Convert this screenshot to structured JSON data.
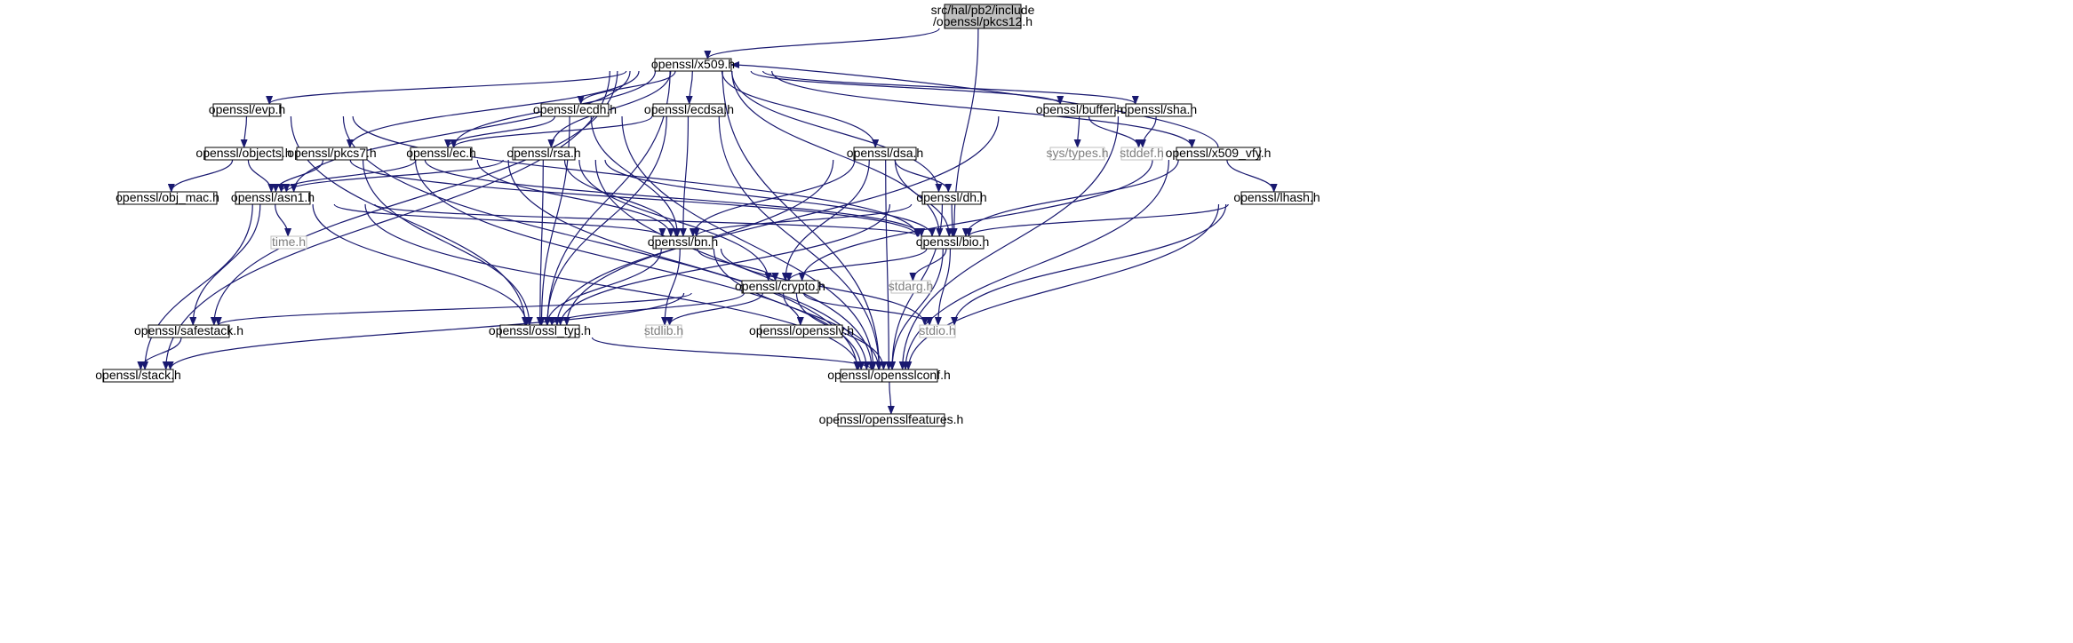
{
  "graph": {
    "colors": {
      "edge": "#191970",
      "node_border": "#000000",
      "node_fill": "#ffffff",
      "root_fill": "#bfbfbf",
      "external_border": "#bfbfbf",
      "external_text": "#7f7f7f",
      "text": "#000000"
    },
    "nodes": [
      {
        "id": "pkcs12",
        "lines": [
          "src/hal/pb2/include",
          "/openssl/pkcs12.h"
        ],
        "kind": "root"
      },
      {
        "id": "x509",
        "lines": [
          "openssl/x509.h"
        ],
        "kind": "normal"
      },
      {
        "id": "evp",
        "lines": [
          "openssl/evp.h"
        ],
        "kind": "normal"
      },
      {
        "id": "ecdh",
        "lines": [
          "openssl/ecdh.h"
        ],
        "kind": "normal"
      },
      {
        "id": "ecdsa",
        "lines": [
          "openssl/ecdsa.h"
        ],
        "kind": "normal"
      },
      {
        "id": "buffer",
        "lines": [
          "openssl/buffer.h"
        ],
        "kind": "normal"
      },
      {
        "id": "sha",
        "lines": [
          "openssl/sha.h"
        ],
        "kind": "normal"
      },
      {
        "id": "objects",
        "lines": [
          "openssl/objects.h"
        ],
        "kind": "normal"
      },
      {
        "id": "pkcs7",
        "lines": [
          "openssl/pkcs7.h"
        ],
        "kind": "normal"
      },
      {
        "id": "ec",
        "lines": [
          "openssl/ec.h"
        ],
        "kind": "normal"
      },
      {
        "id": "rsa",
        "lines": [
          "openssl/rsa.h"
        ],
        "kind": "normal"
      },
      {
        "id": "dsa",
        "lines": [
          "openssl/dsa.h"
        ],
        "kind": "normal"
      },
      {
        "id": "systypes",
        "lines": [
          "sys/types.h"
        ],
        "kind": "external"
      },
      {
        "id": "stddef",
        "lines": [
          "stddef.h"
        ],
        "kind": "external"
      },
      {
        "id": "x509vfy",
        "lines": [
          "openssl/x509_vfy.h"
        ],
        "kind": "normal"
      },
      {
        "id": "objmac",
        "lines": [
          "openssl/obj_mac.h"
        ],
        "kind": "normal"
      },
      {
        "id": "asn1",
        "lines": [
          "openssl/asn1.h"
        ],
        "kind": "normal"
      },
      {
        "id": "dh",
        "lines": [
          "openssl/dh.h"
        ],
        "kind": "normal"
      },
      {
        "id": "lhash",
        "lines": [
          "openssl/lhash.h"
        ],
        "kind": "normal"
      },
      {
        "id": "time",
        "lines": [
          "time.h"
        ],
        "kind": "external"
      },
      {
        "id": "bn",
        "lines": [
          "openssl/bn.h"
        ],
        "kind": "normal"
      },
      {
        "id": "bio",
        "lines": [
          "openssl/bio.h"
        ],
        "kind": "normal"
      },
      {
        "id": "stdarg",
        "lines": [
          "stdarg.h"
        ],
        "kind": "external"
      },
      {
        "id": "crypto",
        "lines": [
          "openssl/crypto.h"
        ],
        "kind": "normal"
      },
      {
        "id": "safestack",
        "lines": [
          "openssl/safestack.h"
        ],
        "kind": "normal"
      },
      {
        "id": "stdlib",
        "lines": [
          "stdlib.h"
        ],
        "kind": "external"
      },
      {
        "id": "ossltyp",
        "lines": [
          "openssl/ossl_typ.h"
        ],
        "kind": "normal"
      },
      {
        "id": "opensslv",
        "lines": [
          "openssl/opensslv.h"
        ],
        "kind": "normal"
      },
      {
        "id": "stdio",
        "lines": [
          "stdio.h"
        ],
        "kind": "external"
      },
      {
        "id": "stack",
        "lines": [
          "openssl/stack.h"
        ],
        "kind": "normal"
      },
      {
        "id": "opensslconf",
        "lines": [
          "openssl/opensslconf.h"
        ],
        "kind": "normal"
      },
      {
        "id": "opensslfeatures",
        "lines": [
          "openssl/opensslfeatures.h"
        ],
        "kind": "normal"
      }
    ],
    "edges": [
      [
        "pkcs12",
        "x509"
      ],
      [
        "pkcs12",
        "bio"
      ],
      [
        "x509",
        "evp"
      ],
      [
        "x509",
        "ecdh"
      ],
      [
        "x509",
        "ecdsa"
      ],
      [
        "x509",
        "buffer"
      ],
      [
        "x509",
        "sha"
      ],
      [
        "x509",
        "pkcs7"
      ],
      [
        "x509",
        "ec"
      ],
      [
        "x509",
        "rsa"
      ],
      [
        "x509",
        "dsa"
      ],
      [
        "x509",
        "x509vfy"
      ],
      [
        "x509",
        "asn1"
      ],
      [
        "x509",
        "dh"
      ],
      [
        "x509",
        "bio"
      ],
      [
        "x509",
        "safestack"
      ],
      [
        "x509",
        "ossltyp"
      ],
      [
        "x509",
        "stack"
      ],
      [
        "x509",
        "opensslconf"
      ],
      [
        "evp",
        "objects"
      ],
      [
        "evp",
        "bio"
      ],
      [
        "evp",
        "ossltyp"
      ],
      [
        "evp",
        "opensslconf"
      ],
      [
        "objects",
        "objmac"
      ],
      [
        "objects",
        "asn1"
      ],
      [
        "objects",
        "bio"
      ],
      [
        "ecdh",
        "ec"
      ],
      [
        "ecdh",
        "bn"
      ],
      [
        "ecdh",
        "ossltyp"
      ],
      [
        "ecdh",
        "opensslconf"
      ],
      [
        "ecdsa",
        "ec"
      ],
      [
        "ecdsa",
        "bn"
      ],
      [
        "ecdsa",
        "ossltyp"
      ],
      [
        "ecdsa",
        "opensslconf"
      ],
      [
        "pkcs7",
        "asn1"
      ],
      [
        "pkcs7",
        "bio"
      ],
      [
        "pkcs7",
        "ossltyp"
      ],
      [
        "pkcs7",
        "opensslconf"
      ],
      [
        "ec",
        "asn1"
      ],
      [
        "ec",
        "bn"
      ],
      [
        "ec",
        "opensslconf"
      ],
      [
        "rsa",
        "asn1"
      ],
      [
        "rsa",
        "bn"
      ],
      [
        "rsa",
        "bio"
      ],
      [
        "rsa",
        "crypto"
      ],
      [
        "rsa",
        "ossltyp"
      ],
      [
        "rsa",
        "opensslconf"
      ],
      [
        "dsa",
        "dh"
      ],
      [
        "dsa",
        "bn"
      ],
      [
        "dsa",
        "bio"
      ],
      [
        "dsa",
        "crypto"
      ],
      [
        "dsa",
        "ossltyp"
      ],
      [
        "dsa",
        "opensslconf"
      ],
      [
        "buffer",
        "systypes"
      ],
      [
        "buffer",
        "stddef"
      ],
      [
        "buffer",
        "ossltyp"
      ],
      [
        "sha",
        "stddef"
      ],
      [
        "sha",
        "opensslconf"
      ],
      [
        "x509vfy",
        "x509"
      ],
      [
        "x509vfy",
        "lhash"
      ],
      [
        "x509vfy",
        "bio"
      ],
      [
        "x509vfy",
        "crypto"
      ],
      [
        "x509vfy",
        "opensslconf"
      ],
      [
        "asn1",
        "time"
      ],
      [
        "asn1",
        "bn"
      ],
      [
        "asn1",
        "bio"
      ],
      [
        "asn1",
        "safestack"
      ],
      [
        "asn1",
        "ossltyp"
      ],
      [
        "asn1",
        "stack"
      ],
      [
        "asn1",
        "opensslconf"
      ],
      [
        "dh",
        "bn"
      ],
      [
        "dh",
        "bio"
      ],
      [
        "dh",
        "ossltyp"
      ],
      [
        "dh",
        "opensslconf"
      ],
      [
        "lhash",
        "bio"
      ],
      [
        "lhash",
        "stdio"
      ],
      [
        "lhash",
        "opensslconf"
      ],
      [
        "bn",
        "crypto"
      ],
      [
        "bn",
        "stdlib"
      ],
      [
        "bn",
        "ossltyp"
      ],
      [
        "bn",
        "stdio"
      ],
      [
        "bn",
        "opensslconf"
      ],
      [
        "bio",
        "crypto"
      ],
      [
        "bio",
        "stdarg"
      ],
      [
        "bio",
        "stdio"
      ],
      [
        "bio",
        "opensslconf"
      ],
      [
        "crypto",
        "safestack"
      ],
      [
        "crypto",
        "ossltyp"
      ],
      [
        "crypto",
        "stdlib"
      ],
      [
        "crypto",
        "opensslv"
      ],
      [
        "crypto",
        "stdio"
      ],
      [
        "crypto",
        "stack"
      ],
      [
        "crypto",
        "opensslconf"
      ],
      [
        "safestack",
        "stack"
      ],
      [
        "ossltyp",
        "opensslconf"
      ],
      [
        "opensslconf",
        "opensslfeatures"
      ]
    ]
  }
}
